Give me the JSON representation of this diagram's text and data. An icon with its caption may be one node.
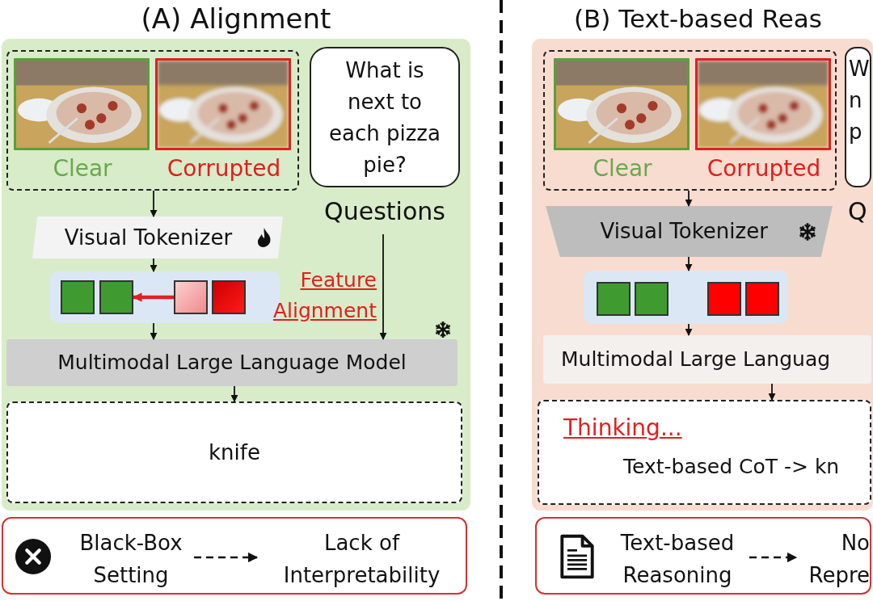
{
  "diagram": {
    "nodes": [
      {
        "text": [
          "(A) Alignment"
        ]
      },
      {
        "text": [],
        "shape": "box",
        "in": 0
      },
      {
        "text": [],
        "shape": "picture",
        "in": 1,
        "beside": [
          "Clear"
        ]
      },
      {
        "text": [],
        "shape": "picture",
        "in": 1,
        "beside": [
          "Corrupted"
        ]
      },
      {
        "text": [
          "What is next to each pizza pie?",
          "Questions"
        ],
        "in": 0
      },
      {
        "text": [
          "Visual Tokenizer"
        ],
        "in": 0
      },
      {
        "text": [],
        "shape": "box",
        "in": 0
      },
      {
        "text": [],
        "shape": "box",
        "in": 6
      },
      {
        "text": [],
        "shape": "box",
        "in": 6
      },
      {
        "text": [],
        "shape": "box",
        "in": 6
      },
      {
        "text": [],
        "shape": "box",
        "in": 6
      },
      {
        "text": [
          "Multimodal Large Language Model"
        ],
        "in": 0
      },
      {
        "text": [
          "knife"
        ],
        "in": 0
      },
      {
        "text": [],
        "shape": "box"
      },
      {
        "text": [
          "Black-Box Setting"
        ],
        "in": 13
      },
      {
        "text": [
          "Lack of Interpretability"
        ],
        "in": 13
      },
      {
        "text": [
          "(B) Text-based Reas"
        ]
      },
      {
        "text": [],
        "shape": "box",
        "in": 16
      },
      {
        "text": [],
        "shape": "picture",
        "in": 17,
        "beside": [
          "Clear"
        ]
      },
      {
        "text": [],
        "shape": "picture",
        "in": 17,
        "beside": [
          "Corrupted"
        ]
      },
      {
        "text": [
          "W n p",
          "Q"
        ],
        "in": 16
      },
      {
        "text": [
          "Visual Tokenizer"
        ],
        "in": 16
      },
      {
        "text": [],
        "shape": "box",
        "in": 16
      },
      {
        "text": [],
        "shape": "box",
        "in": 22
      },
      {
        "text": [],
        "shape": "box",
        "in": 22
      },
      {
        "text": [],
        "shape": "box",
        "in": 22
      },
      {
        "text": [],
        "shape": "box",
        "in": 22
      },
      {
        "text": [
          "Multimodal Large Languag"
        ],
        "in": 16
      },
      {
        "text": [
          "Thinking...",
          "Text-based CoT -> kn"
        ],
        "in": 16
      },
      {
        "text": [],
        "shape": "box"
      },
      {
        "text": [
          "Text-based Reasoning"
        ],
        "in": 29
      },
      {
        "text": [
          "No Repre"
        ],
        "in": 29
      }
    ],
    "edges": [
      {
        "from": 1,
        "to": 5,
        "arrow": "to"
      },
      {
        "from": 5,
        "to": 6,
        "arrow": "to"
      },
      {
        "from": 9,
        "to": 8,
        "arrow": "to",
        "color": "#e02020",
        "style": "thick"
      },
      {
        "from": 6,
        "to": 11,
        "arrow": "to"
      },
      {
        "from": 4,
        "to": 11,
        "arrow": "to"
      },
      {
        "from": 11,
        "to": 12,
        "arrow": "to"
      },
      {
        "from": 14,
        "to": 15,
        "arrow": "to",
        "style": "dashed"
      },
      {
        "from": 17,
        "to": 21,
        "arrow": "to"
      },
      {
        "from": 21,
        "to": 22,
        "arrow": "to"
      },
      {
        "from": 22,
        "to": 27,
        "arrow": "to"
      },
      {
        "from": 27,
        "to": 28,
        "arrow": "to"
      },
      {
        "from": 30,
        "to": 31,
        "arrow": "to",
        "style": "dashed"
      }
    ],
    "labels": [
      "Feature Alignment"
    ]
  }
}
